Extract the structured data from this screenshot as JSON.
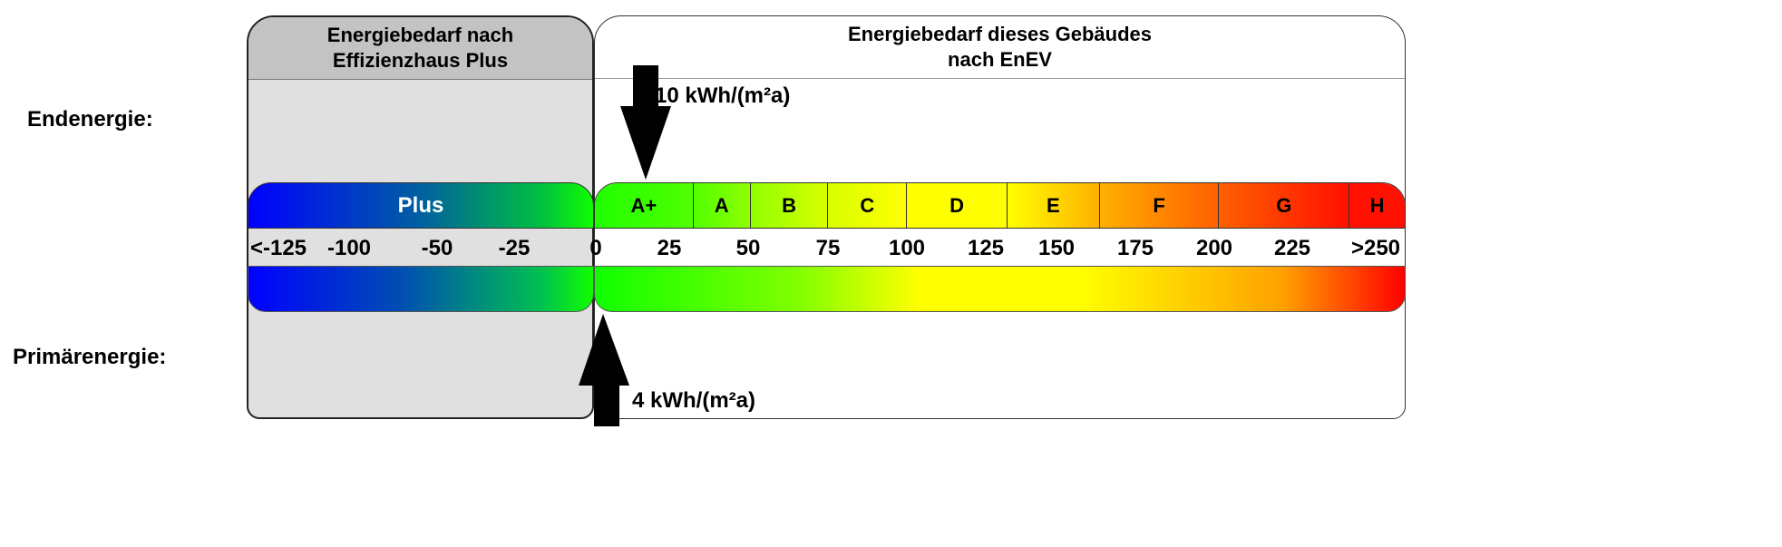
{
  "row_labels": {
    "end": "Endenergie:",
    "primary": "Primärenergie:"
  },
  "left_header": {
    "line1": "Energiebedarf nach",
    "line2": "Effizienzhaus Plus"
  },
  "right_header": {
    "line1": "Energiebedarf dieses Gebäudes",
    "line2": "nach EnEV"
  },
  "plus_label": "Plus",
  "classes": [
    {
      "label": "A+",
      "from": 0,
      "to": 30,
      "color": "#20ff00"
    },
    {
      "label": "A",
      "from": 30,
      "to": 50,
      "color": "#50ff00"
    },
    {
      "label": "B",
      "from": 50,
      "to": 75,
      "color": "#90ff00"
    },
    {
      "label": "C",
      "from": 75,
      "to": 100,
      "color": "#d8ff00"
    },
    {
      "label": "D",
      "from": 100,
      "to": 130,
      "color": "#ffff00"
    },
    {
      "label": "E",
      "from": 130,
      "to": 160,
      "color": "#ffff00"
    },
    {
      "label": "F",
      "from": 160,
      "to": 200,
      "color": "#ffb000"
    },
    {
      "label": "G",
      "from": 200,
      "to": 250,
      "color": "#ff6000"
    },
    {
      "label": "H",
      "from": 250,
      "to": 275,
      "color": "#ff1000"
    }
  ],
  "ticks_left": [
    "<-125",
    "-100",
    "-50",
    "-25",
    "0"
  ],
  "ticks_right": [
    "25",
    "50",
    "75",
    "100",
    "125",
    "150",
    "175",
    "200",
    "225",
    ">250"
  ],
  "end_energy": {
    "value": 10,
    "label": "10 kWh/(m²a)"
  },
  "primary_energy": {
    "value": 4,
    "label": "4 kWh/(m²a)"
  }
}
